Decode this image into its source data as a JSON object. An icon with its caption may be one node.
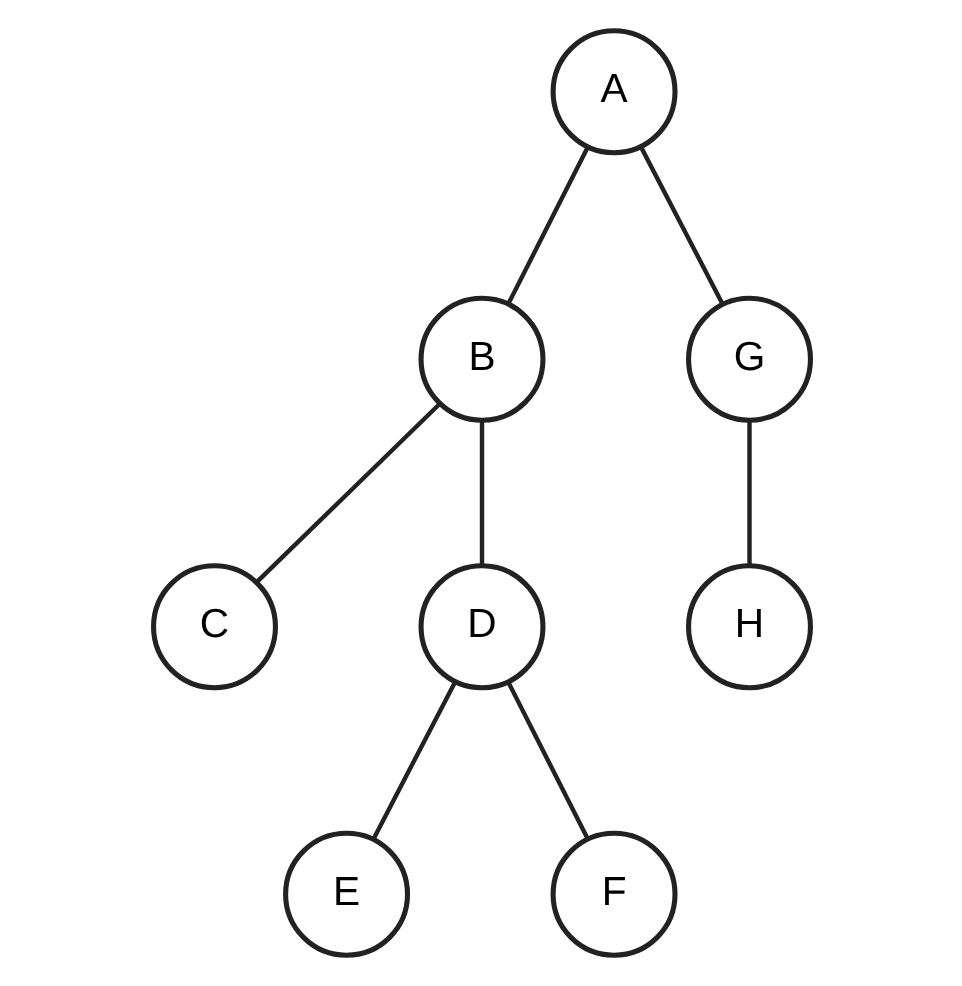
{
  "diagram": {
    "nodes": [
      {
        "text": [
          "A"
        ]
      },
      {
        "text": [
          "B"
        ]
      },
      {
        "text": [
          "G"
        ]
      },
      {
        "text": [
          "C"
        ]
      },
      {
        "text": [
          "D"
        ]
      },
      {
        "text": [
          "H"
        ]
      },
      {
        "text": [
          "E"
        ]
      },
      {
        "text": [
          "F"
        ]
      }
    ],
    "edges": [
      {
        "from": 0,
        "to": 1,
        "arrow": "none"
      },
      {
        "from": 0,
        "to": 2,
        "arrow": "none"
      },
      {
        "from": 1,
        "to": 3,
        "arrow": "none"
      },
      {
        "from": 1,
        "to": 4,
        "arrow": "none"
      },
      {
        "from": 2,
        "to": 5,
        "arrow": "none"
      },
      {
        "from": 4,
        "to": 6,
        "arrow": "none"
      },
      {
        "from": 4,
        "to": 7,
        "arrow": "none"
      }
    ]
  }
}
